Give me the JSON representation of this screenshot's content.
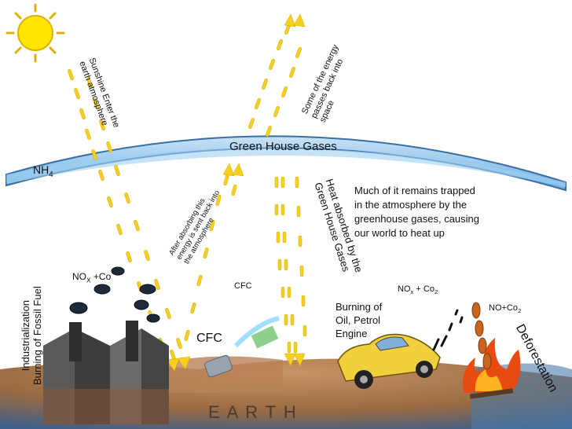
{
  "labels": {
    "green_house_gases": "Green House Gases",
    "nh4": "NH",
    "nh4_sub": "4",
    "sunshine_line1": "Sunshine Enter the",
    "sunshine_line2": "earth atmosphere",
    "some_energy_line1": "Some of the energy",
    "some_energy_line2": "passes back into",
    "some_energy_line3": "space",
    "after_absorbing_line1": "After absorbing this",
    "after_absorbing_line2": "energy is sent back into",
    "after_absorbing_line3": "the atmosphere",
    "heat_absorbed_line1": "Heat absorbed by the",
    "heat_absorbed_line2": "Green House Gases",
    "remains_line1": "Much of it remains trapped",
    "remains_line2": "in the atmosphere by the",
    "remains_line3": "greenhouse gases, causing",
    "remains_line4": "our world to heat up",
    "industrialization_line1": "Industrialization",
    "industrialization_line2": "Burning of Fossil Fuel",
    "nox_co2_left": "NO",
    "nox_co2_left_sub": "X",
    "nox_co2_left_rest": " +Co",
    "cfc_small": "CFC",
    "cfc_large": "CFC",
    "burning_line1": "Burning of",
    "burning_line2": "Oil, Petrol",
    "burning_line3": "Engine",
    "nox_co2_mid": "NO",
    "nox_co2_mid_sub": "x",
    "nox_co2_mid_rest": " + Co",
    "nox_co2_mid_sub2": "2",
    "no_co2_right": "NO+Co",
    "no_co2_right_sub": "2",
    "deforestation": "Deforestation",
    "earth": "E A R T H"
  },
  "colors": {
    "atmosphere_band": "#8fc3ea",
    "atmosphere_edge": "#3a6fa6",
    "arrow_yellow": "#f5d020",
    "sun": "#ffe600",
    "earth_soil": "#b47a4c",
    "factory": "#555555",
    "car": "#f2cf3c"
  },
  "icons": [
    "sun-icon",
    "factory-icon",
    "smoke-cloud-icon",
    "spray-can-icon",
    "car-icon",
    "fire-icon",
    "earth-icon"
  ]
}
